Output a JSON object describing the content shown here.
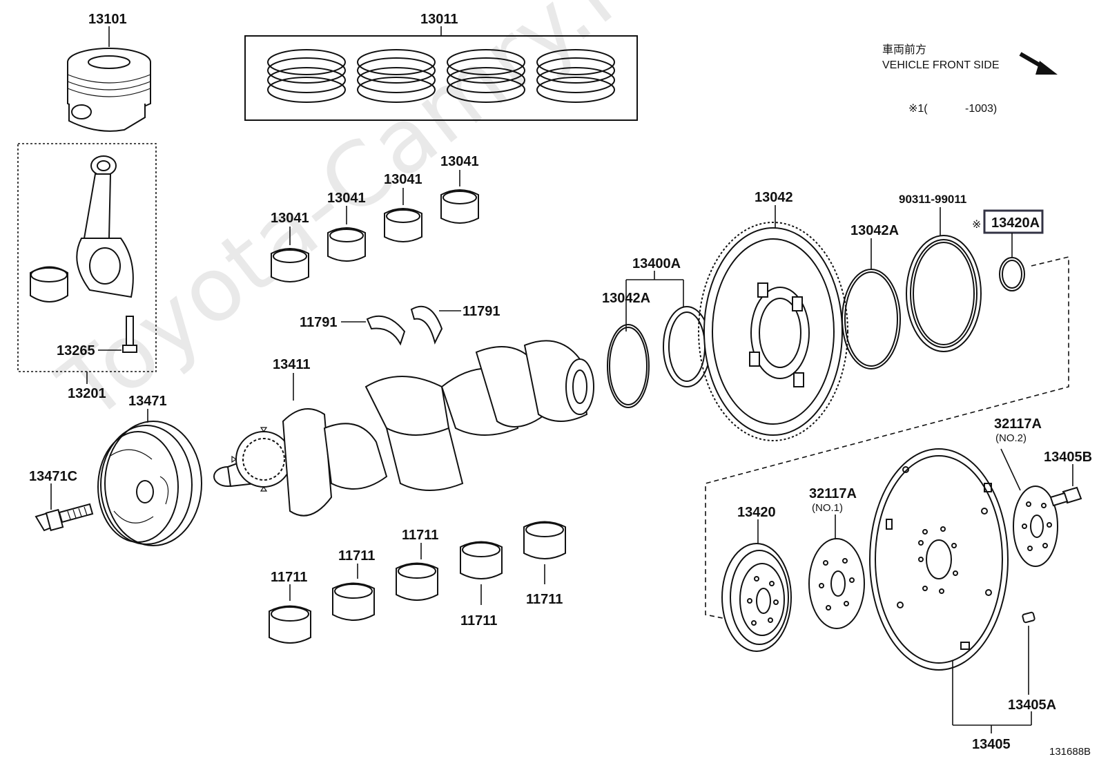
{
  "watermark": "Toyota-Camry.ru",
  "direction": {
    "jp": "車両前方",
    "en": "VEHICLE FRONT SIDE"
  },
  "note": {
    "mark": "※1(",
    "range": "-1003)"
  },
  "callouts": [
    {
      "id": "c13101",
      "text": "13101"
    },
    {
      "id": "c13011",
      "text": "13011"
    },
    {
      "id": "c13041a",
      "text": "13041"
    },
    {
      "id": "c13041b",
      "text": "13041"
    },
    {
      "id": "c13041c",
      "text": "13041"
    },
    {
      "id": "c13041d",
      "text": "13041"
    },
    {
      "id": "c13042",
      "text": "13042"
    },
    {
      "id": "c90311",
      "text": "90311-99011"
    },
    {
      "id": "c13420A",
      "text": "13420A"
    },
    {
      "id": "c13042Ab",
      "text": "13042A"
    },
    {
      "id": "c13400A",
      "text": "13400A"
    },
    {
      "id": "c13042Aa",
      "text": "13042A"
    },
    {
      "id": "c11791a",
      "text": "11791"
    },
    {
      "id": "c11791b",
      "text": "11791"
    },
    {
      "id": "c13265",
      "text": "13265"
    },
    {
      "id": "c13201",
      "text": "13201"
    },
    {
      "id": "c13471",
      "text": "13471"
    },
    {
      "id": "c13411",
      "text": "13411"
    },
    {
      "id": "c13471C",
      "text": "13471C"
    },
    {
      "id": "c32117A2",
      "text": "32117A"
    },
    {
      "id": "c13405B",
      "text": "13405B"
    },
    {
      "id": "c13420",
      "text": "13420"
    },
    {
      "id": "c32117A1",
      "text": "32117A"
    },
    {
      "id": "c11711a",
      "text": "11711"
    },
    {
      "id": "c11711b",
      "text": "11711"
    },
    {
      "id": "c11711c",
      "text": "11711"
    },
    {
      "id": "c11711d",
      "text": "11711"
    },
    {
      "id": "c11711e",
      "text": "11711"
    },
    {
      "id": "c13405A",
      "text": "13405A"
    },
    {
      "id": "c13405",
      "text": "13405"
    }
  ],
  "sublabels": {
    "no2": "(NO.2)",
    "no1": "(NO.1)"
  },
  "note_mark": "※",
  "figure_id": "131688B"
}
